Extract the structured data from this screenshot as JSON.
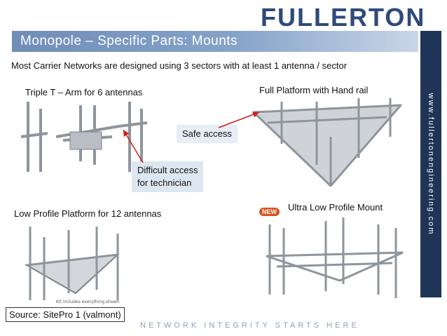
{
  "header": {
    "logo": "FULLERTON",
    "title": "Monopole – Specific Parts:  Mounts",
    "website": "www.fullertonengineering.com"
  },
  "main": {
    "intro": "Most Carrier Networks are designed using 3 sectors with at least 1 antenna / sector",
    "labels": {
      "triple_t": "Triple T – Arm for 6 antennas",
      "full_platform": "Full Platform with Hand rail",
      "low_profile": "Low Profile Platform for 12 antennas",
      "ultra_low": "Ultra Low Profile Mount"
    },
    "callouts": {
      "safe_access": "Safe access",
      "difficult_line1": "Difficult access",
      "difficult_line2": "for technician"
    },
    "badge_new": "NEW",
    "kit_note": "Kit includes everything shown"
  },
  "footer": {
    "source": "Source: SitePro 1 (valmont)",
    "tagline": "NETWORK INTEGRITY STARTS HERE"
  },
  "colors": {
    "brand": "#2e4a7a",
    "title_bar": "#7a97c2",
    "side_bar": "#1f3457",
    "callout_bg": "#dde7f1",
    "arrow": "#cc2222"
  }
}
